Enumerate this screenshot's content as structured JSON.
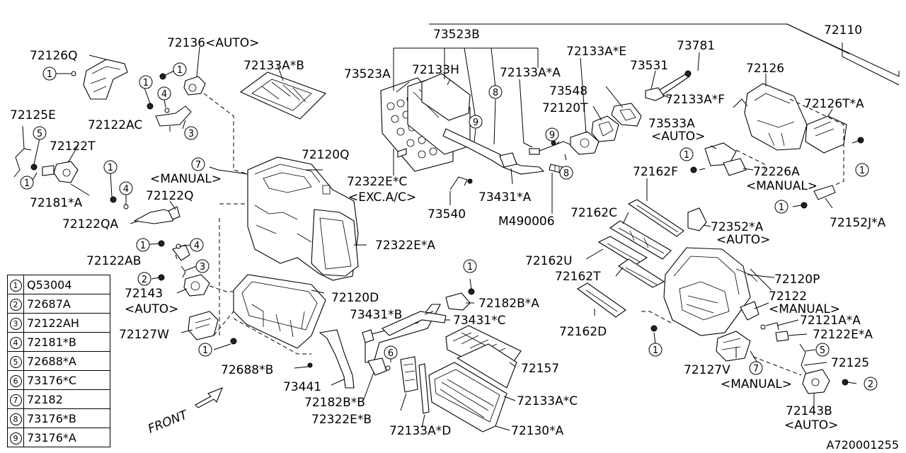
{
  "diagram_id": "A720001255",
  "front_label": "FRONT",
  "legend": [
    {
      "n": "1",
      "part": "Q53004"
    },
    {
      "n": "2",
      "part": "72687A"
    },
    {
      "n": "3",
      "part": "72122AH"
    },
    {
      "n": "4",
      "part": "72181*B"
    },
    {
      "n": "5",
      "part": "72688*A"
    },
    {
      "n": "6",
      "part": "73176*C"
    },
    {
      "n": "7",
      "part": "72182"
    },
    {
      "n": "8",
      "part": "73176*B"
    },
    {
      "n": "9",
      "part": "73176*A"
    }
  ],
  "labels": {
    "p72126q": "72126Q",
    "p72136": "72136<AUTO>",
    "p72133ab": "72133A*B",
    "p72125e": "72125E",
    "p72122t": "72122T",
    "p72122ac": "72122AC",
    "p72181a": "72181*A",
    "p72122q": "72122Q",
    "p72122qa": "72122QA",
    "p72122ab": "72122AB",
    "p72143": "72143",
    "auto1": "<AUTO>",
    "p72127w": "72127W",
    "p72688b": "72688*B",
    "p73441": "73441",
    "p72182bb": "72182B*B",
    "p72322eb": "72322E*B",
    "p72133ad": "72133A*D",
    "p72130a": "72130*A",
    "p72133ac": "72133A*C",
    "p72157": "72157",
    "p73431b": "73431*B",
    "p73431c": "73431*C",
    "p72182ba": "72182B*A",
    "p72120d": "72120D",
    "p72322ea": "72322E*A",
    "p72120q": "72120Q",
    "manual1": "<MANUAL>",
    "p73523b": "73523B",
    "p73523a": "73523A",
    "p72133h": "72133H",
    "p72133aa": "72133A*A",
    "p72322ec": "72322E*C",
    "excac": "<EXC.A/C>",
    "p73540": "73540",
    "p73431a": "73431*A",
    "m490006": "M490006",
    "p72133ae": "72133A*E",
    "p73548": "73548",
    "p72120t": "72120T",
    "p73781": "73781",
    "p73531": "73531",
    "p72133af": "72133A*F",
    "p72110": "72110",
    "p72126": "72126",
    "p72126ta": "72126T*A",
    "p73533a": "73533A",
    "auto2": "<AUTO>",
    "p72226a": "72226A",
    "manual2": "<MANUAL>",
    "p72162f": "72162F",
    "p72162c": "72162C",
    "p72352a": "72352*A",
    "auto3": "<AUTO>",
    "p72152ja": "72152J*A",
    "p72162u": "72162U",
    "p72162t": "72162T",
    "p72120p": "72120P",
    "p72162d": "72162D",
    "p72122": "72122",
    "manual3": "<MANUAL>",
    "p72121aa": "72121A*A",
    "p72122ea": "72122E*A",
    "p72125": "72125",
    "p72127v": "72127V",
    "manual4": "<MANUAL>",
    "p72143b": "72143B",
    "auto4": "<AUTO>"
  }
}
